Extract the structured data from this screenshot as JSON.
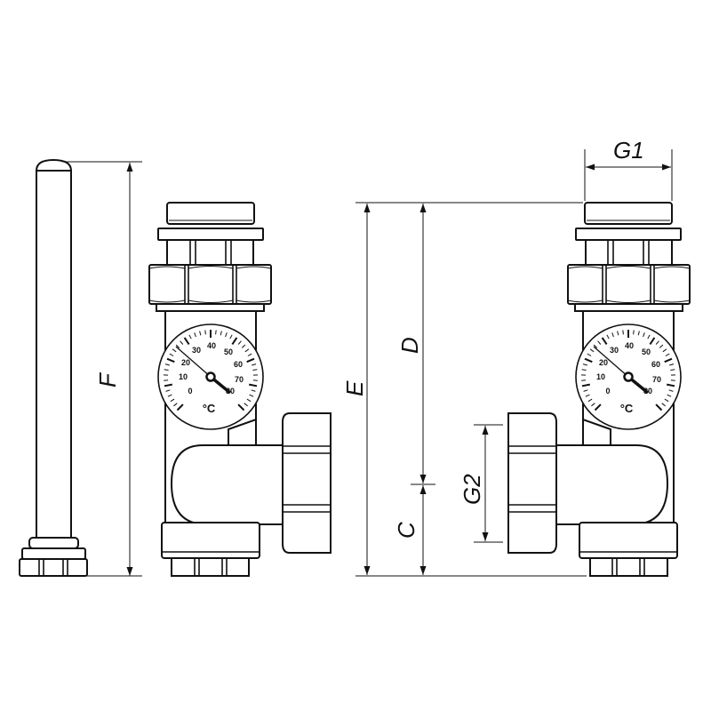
{
  "dimensions": {
    "F": "F",
    "E": "E",
    "D": "D",
    "C": "C",
    "G1": "G1",
    "G2": "G2"
  },
  "thermometer": {
    "scale": [
      "0",
      "10",
      "20",
      "30",
      "40",
      "50",
      "60",
      "70",
      "80"
    ],
    "unit": "°C"
  },
  "colors": {
    "line": "#111111",
    "background": "#ffffff"
  }
}
